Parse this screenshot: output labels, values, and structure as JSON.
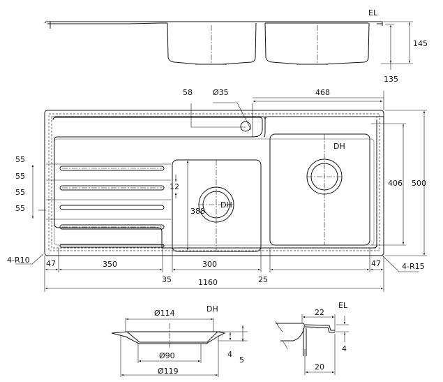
{
  "top_view": {
    "edge_label": "EL",
    "total_height": "145",
    "bowl_depth": "135"
  },
  "plan_view": {
    "tap_offset": "58",
    "tap_hole": "Ø35",
    "right_bowl_width_overall": "468",
    "groove_spacing": [
      "55",
      "55",
      "55",
      "55"
    ],
    "groove_width": "12",
    "left_bowl_length": "388",
    "drain_label_left": "DH",
    "drain_label_right": "DH",
    "inner_height": "406",
    "overall_height": "500",
    "corner_radius_outer": "4-R10",
    "corner_radius_bowl": "4-R15",
    "margin_left": "47",
    "drainer_width": "350",
    "left_bowl_width": "300",
    "margin_right": "47",
    "gap_drainer": "35",
    "overall_width": "1160",
    "gap_bowls": "25"
  },
  "drain_detail": {
    "title": "DH",
    "top_diameter": "Ø114",
    "bottom_diameter": "Ø90",
    "outer_diameter": "Ø119",
    "depth_inner": "4",
    "depth_outer": "5"
  },
  "edge_detail": {
    "title": "EL",
    "top_width": "22",
    "height": "4",
    "bottom_width": "20"
  }
}
